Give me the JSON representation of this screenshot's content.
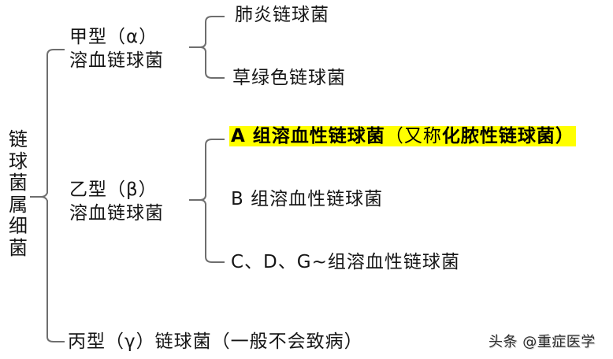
{
  "root": {
    "label": "链球菌属细菌",
    "chars": [
      "链",
      "球",
      "菌",
      "属",
      "细",
      "菌"
    ]
  },
  "types": [
    {
      "id": "alpha",
      "line1": "甲型（α）",
      "line2": "溶血链球菌",
      "children": [
        {
          "label": "肺炎链球菌"
        },
        {
          "label": "草绿色链球菌"
        }
      ]
    },
    {
      "id": "beta",
      "line1": "乙型（β）",
      "line2": "溶血链球菌",
      "children": [
        {
          "label_part1": "A 组溶血性链球菌",
          "label_part2": "（又称",
          "label_part3": "化脓性链球菌）",
          "highlighted": true,
          "highlight_color": "#ffff00"
        },
        {
          "label": "B 组溶血性链球菌"
        },
        {
          "label": "C、D、G~组溶血性链球菌"
        }
      ]
    },
    {
      "id": "gamma",
      "line1": "丙型（γ）链球菌（一般不会致病）"
    }
  ],
  "watermark": {
    "text": "头条 @重症医学"
  },
  "colors": {
    "bracket": "#6e6e6e",
    "text": "#151515",
    "highlight": "#ffff00"
  }
}
